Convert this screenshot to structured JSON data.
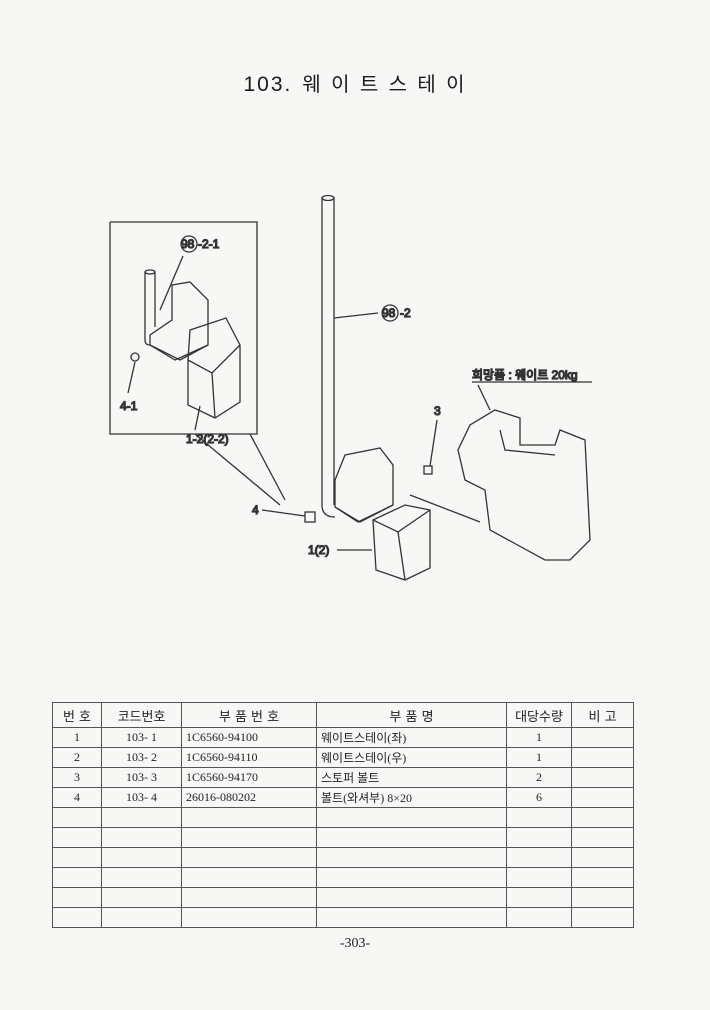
{
  "title": {
    "number": "103.",
    "text": "웨 이 트 스 테 이"
  },
  "diagram": {
    "labels": {
      "inset_top": "98",
      "inset_top_suffix": "-2-1",
      "pole": "98",
      "pole_suffix": "-2",
      "inset_nut": "4-1",
      "inset_stay": "1-2(2-2)",
      "bolt": "4",
      "stopper": "3",
      "stay": "1(2)",
      "option": "희망품 : 웨이트 20kg"
    }
  },
  "table": {
    "headers": [
      "번  호",
      "코드번호",
      "부  품  번  호",
      "부          품          명",
      "대당수량",
      "비      고"
    ],
    "rows": [
      [
        "1",
        "103- 1",
        "1C6560-94100",
        "웨이트스테이(좌)",
        "1",
        ""
      ],
      [
        "2",
        "103- 2",
        "1C6560-94110",
        "웨이트스테이(우)",
        "1",
        ""
      ],
      [
        "3",
        "103- 3",
        "1C6560-94170",
        "스토퍼 볼트",
        "2",
        ""
      ],
      [
        "4",
        "103- 4",
        "26016-080202",
        "볼트(와셔부) 8×20",
        "6",
        ""
      ]
    ],
    "empty_rows": 6
  },
  "page_number": "-303-"
}
